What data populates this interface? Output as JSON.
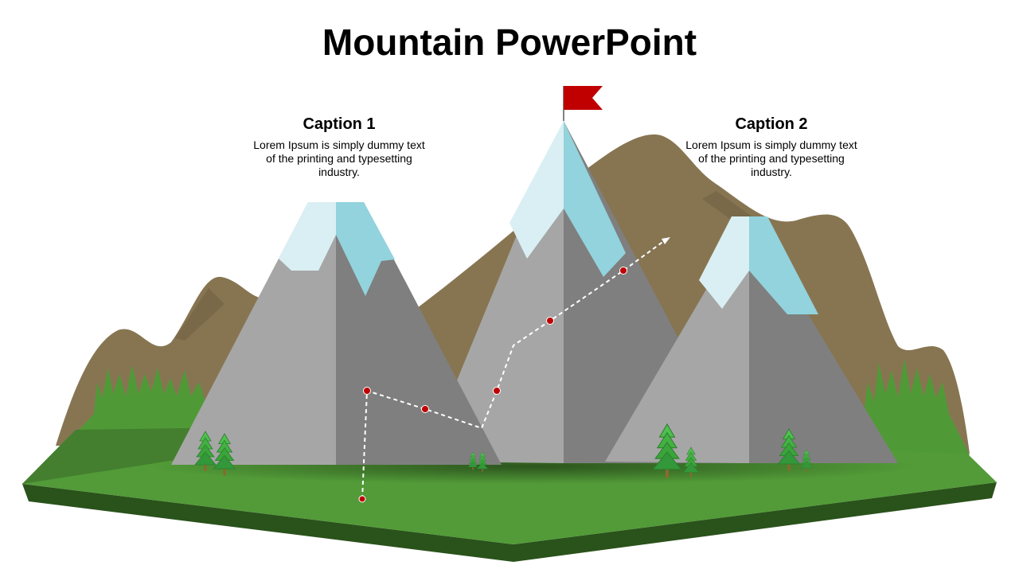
{
  "title": "Mountain PowerPoint",
  "captions": [
    {
      "heading": "Caption 1",
      "body": "Lorem Ipsum is simply dummy text of the printing and typesetting industry."
    },
    {
      "heading": "Caption 2",
      "body": "Lorem Ipsum is simply dummy text of the printing and typesetting industry."
    }
  ],
  "colors": {
    "background": "#ffffff",
    "ground_top": "#529b38",
    "ground_side": "#2a521b",
    "grass_far": "#4f9a37",
    "hills_brown": "#877552",
    "rock_light": "#a6a6a6",
    "rock_dark": "#7f7f7f",
    "snow_light": "#daeff3",
    "snow_blue": "#92d3dd",
    "trail_marker": "#c00000",
    "flag": "#c00000",
    "tree": "#3aa53a"
  }
}
